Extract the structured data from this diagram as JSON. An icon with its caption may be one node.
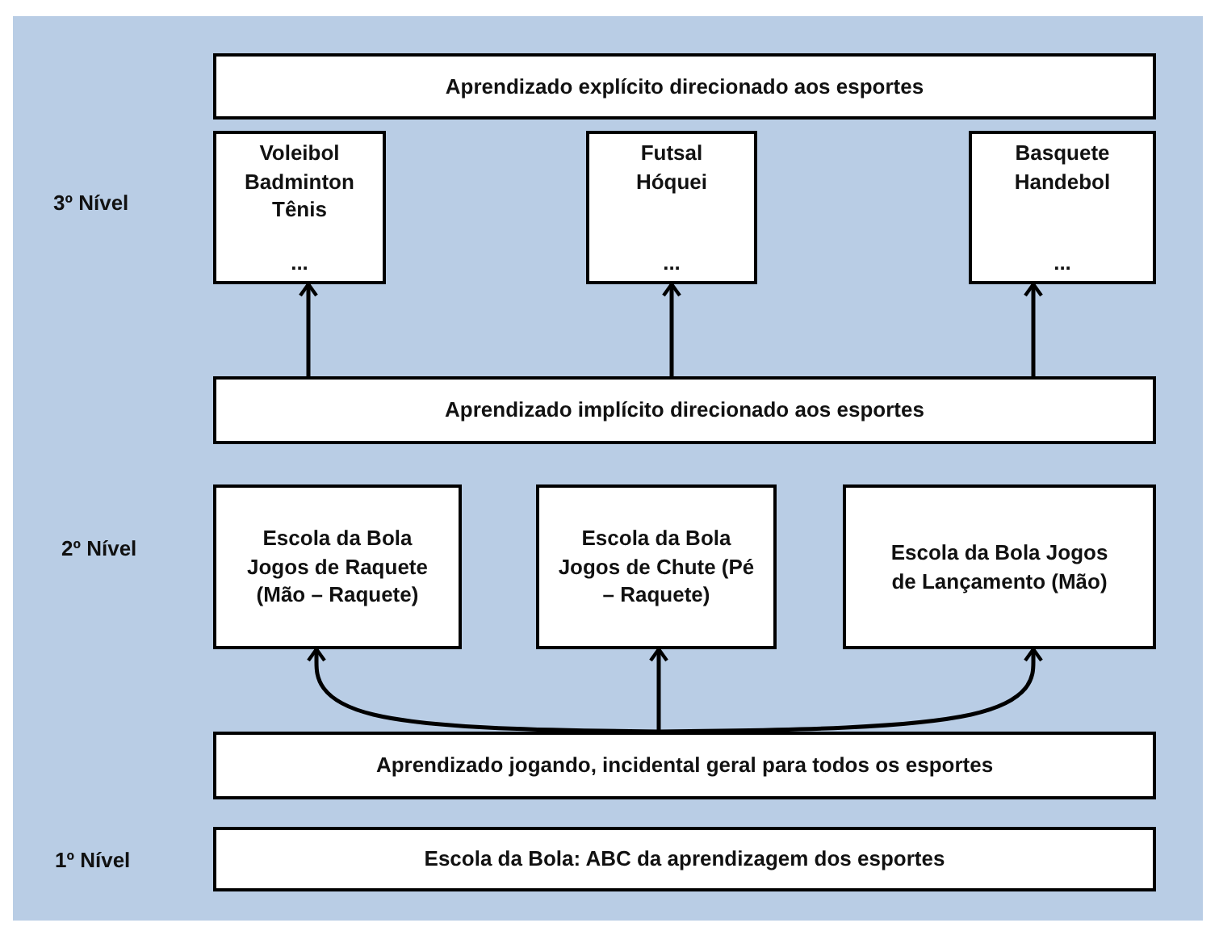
{
  "diagram": {
    "nodes": [
      {
        "text": [
          "Aprendizado explícito direcionado aos esportes"
        ]
      },
      {
        "text": [
          "Voleibol Badminton Tênis",
          "..."
        ]
      },
      {
        "text": [
          "Futsal Hóquei",
          "..."
        ]
      },
      {
        "text": [
          "Basquete Handebol",
          "..."
        ]
      },
      {
        "text": [
          "Aprendizado  implícito direcionado aos esportes"
        ]
      },
      {
        "text": [
          "Escola da Bola Jogos de Raquete (Mão – Raquete)"
        ]
      },
      {
        "text": [
          "Escola da Bola Jogos de Chute (Pé – Raquete)"
        ]
      },
      {
        "text": [
          "Escola da Bola Jogos de Lançamento (Mão)"
        ]
      },
      {
        "text": [
          "Aprendizado  jogando, incidental geral para todos os esportes"
        ]
      },
      {
        "text": [
          "Escola da Bola: ABC da aprendizagem dos esportes"
        ]
      }
    ],
    "edges": [
      {
        "from": 4,
        "to": 1,
        "arrow": "to"
      },
      {
        "from": 4,
        "to": 2,
        "arrow": "to"
      },
      {
        "from": 4,
        "to": 3,
        "arrow": "to"
      },
      {
        "from": 8,
        "to": 5,
        "arrow": "to"
      },
      {
        "from": 8,
        "to": 6,
        "arrow": "to"
      },
      {
        "from": 8,
        "to": 7,
        "arrow": "to"
      }
    ],
    "labels": [
      "3º Nível",
      "2º Nível",
      "1º Nível"
    ]
  }
}
